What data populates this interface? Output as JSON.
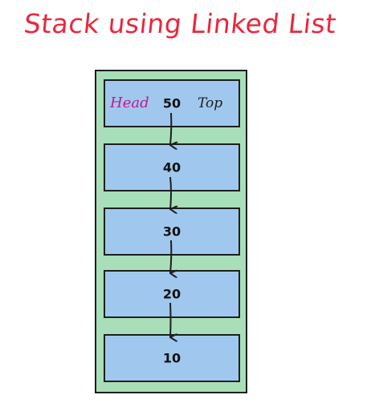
{
  "title": "Stack using Linked List",
  "head_label": "Head",
  "top_label": "Top",
  "nodes": [
    {
      "value": "50"
    },
    {
      "value": "40"
    },
    {
      "value": "30"
    },
    {
      "value": "20"
    },
    {
      "value": "10"
    }
  ],
  "colors": {
    "title": "#e8283c",
    "container": "#a8dfb9",
    "node": "#a0c8ef",
    "head_label": "#c2188f",
    "outline": "#1e1e1e"
  }
}
